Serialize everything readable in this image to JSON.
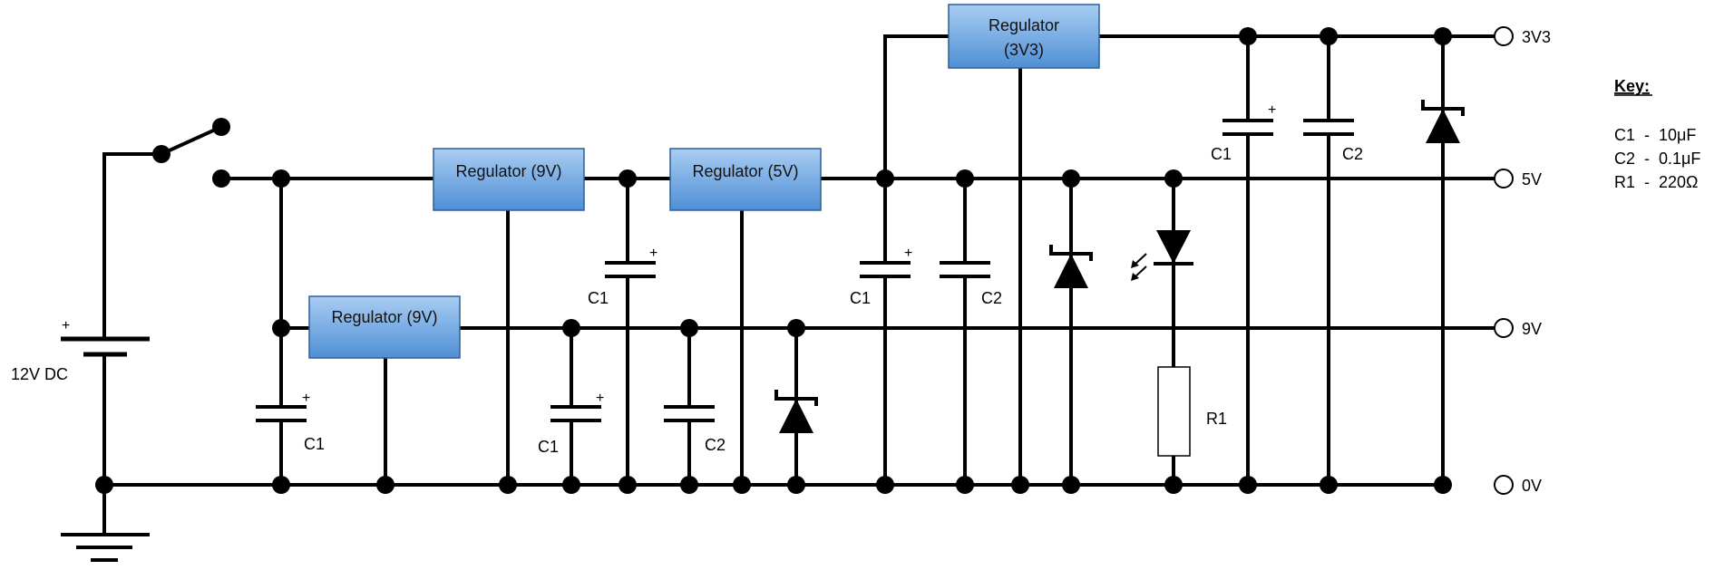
{
  "regulators": {
    "r9v_top": "Regulator (9V)",
    "r5v": "Regulator (5V)",
    "r3v3_line1": "Regulator",
    "r3v3_line2": "(3V3)",
    "r9v_low": "Regulator (9V)"
  },
  "rails": {
    "v3v3": "3V3",
    "v5": "5V",
    "v9": "9V",
    "v0": "0V"
  },
  "battery_label": "12V DC",
  "plus_sign": "+",
  "components": {
    "c1": "C1",
    "c2": "C2",
    "r1": "R1"
  },
  "key": {
    "title": "Key:",
    "lines": [
      "C1  -  10μF",
      "C2  -  0.1μF",
      "R1  -  220Ω"
    ]
  },
  "colors": {
    "regulator_top": "#a9cdf2",
    "regulator_bottom": "#4f8fd6",
    "wire": "#000000"
  }
}
